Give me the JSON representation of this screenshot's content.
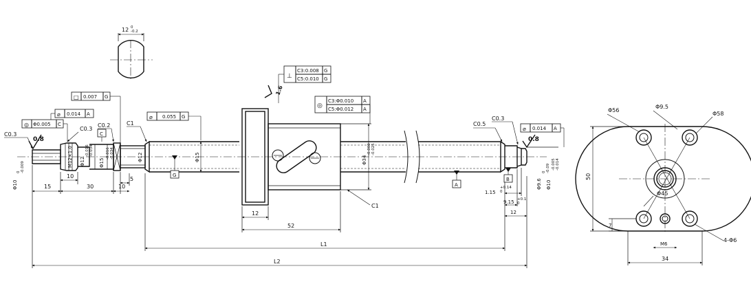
{
  "section": {
    "width": "12",
    "tol": "0",
    "tol2": "-0.2"
  },
  "perp": {
    "sym": "⊥",
    "c3": "C3:0.008",
    "c5": "C5:0.010",
    "ref": "G",
    "rough": "1.6"
  },
  "conc_nut": {
    "sym": "◎",
    "c3": "C3:Φ0.010",
    "c5": "C5:Φ0.012",
    "ref": "A"
  },
  "perp_left": {
    "sym": "□",
    "val": "0.007",
    "ref": "G"
  },
  "runout1": {
    "sym": "⌀",
    "val": "0.014",
    "ref": "A"
  },
  "conc_left": {
    "sym": "◎",
    "val": "Φ0.005",
    "ref": "C"
  },
  "runout_shaft": {
    "sym": "⌀",
    "val": "0.055",
    "ref": "G"
  },
  "runout_right": {
    "sym": "⌀",
    "val": "0.014",
    "ref": "A"
  },
  "chamfers": {
    "c03a": "C0.3",
    "c03b": "C0.3",
    "c02": "C0.2",
    "c1a": "C1",
    "c05": "C0.5",
    "c03c": "C0.3",
    "c1b": "C1"
  },
  "rough": {
    "left": "0.8",
    "right": "0.8"
  },
  "datums": {
    "c": "C",
    "g": "G",
    "a": "A",
    "b": "B"
  },
  "dims": {
    "d10": "Φ10",
    "d10tol": "0\n-0.009",
    "d12": "Φ12",
    "d12tol": "-0.016\n-0.034",
    "d15j": "Φ15",
    "d15tol": "-0.016\n-0.034",
    "d12b": "Φ12",
    "d15": "Φ15",
    "d34": "Φ34",
    "d34tol": "-0.009\n-0.025",
    "m12": "M12×1.0",
    "l15": "15",
    "l10": "10",
    "l30": "30",
    "l10b": "10",
    "l5": "5",
    "l12": "12",
    "l52": "52",
    "L1": "L1",
    "L2": "L2",
    "r115": "1.15",
    "r115tol": "+0.14\n0",
    "r915": "9.15",
    "r915tol": "+0.1\n0",
    "r12": "12",
    "d96": "Φ9.6",
    "d96tol": "0\n-0.09",
    "d10r": "Φ10",
    "d10rtol": "-0.005\n-0.014"
  },
  "flange": {
    "d56": "Φ56",
    "d95": "Φ9.5",
    "d58": "Φ58",
    "d45": "Φ45",
    "h50": "50",
    "w34": "34",
    "m6": "M6",
    "t7": "7",
    "holes": "4-Φ6"
  }
}
